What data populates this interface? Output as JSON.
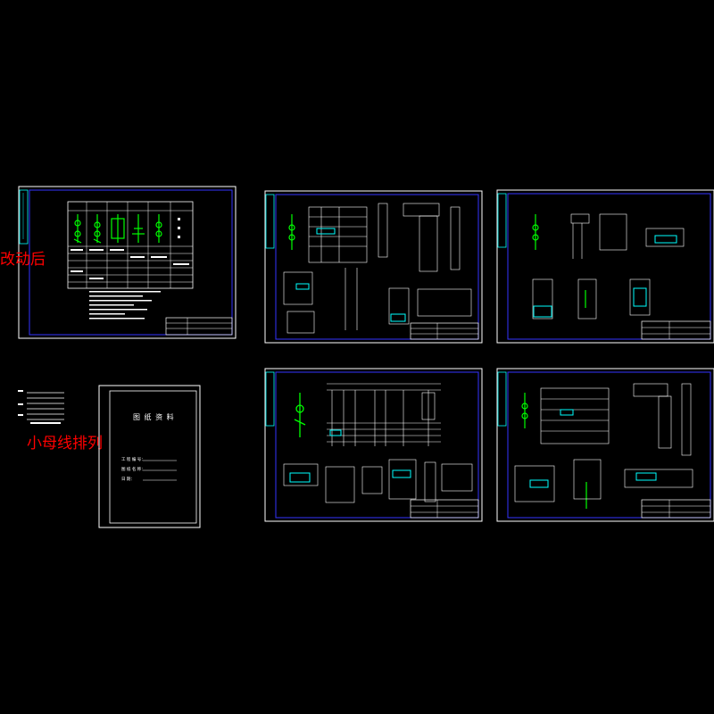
{
  "annotations": {
    "after_change": "改动后",
    "small_busbar": "小母线排列"
  },
  "cover_sheet": {
    "title": "图 纸 资 料",
    "field_1": "工 程 编 号：",
    "field_2": "图 纸 名 称：",
    "field_3": "日    期："
  },
  "colors": {
    "background": "#000000",
    "frame": "#ffffff",
    "inner_border": "#3333ff",
    "cad_green": "#00ff00",
    "cad_cyan": "#00ffff",
    "annotation": "#ff0000"
  },
  "sheets": [
    {
      "name": "main-wiring-sheet"
    },
    {
      "name": "control-sheet-1"
    },
    {
      "name": "control-sheet-2"
    },
    {
      "name": "control-sheet-3"
    },
    {
      "name": "control-sheet-4"
    }
  ]
}
